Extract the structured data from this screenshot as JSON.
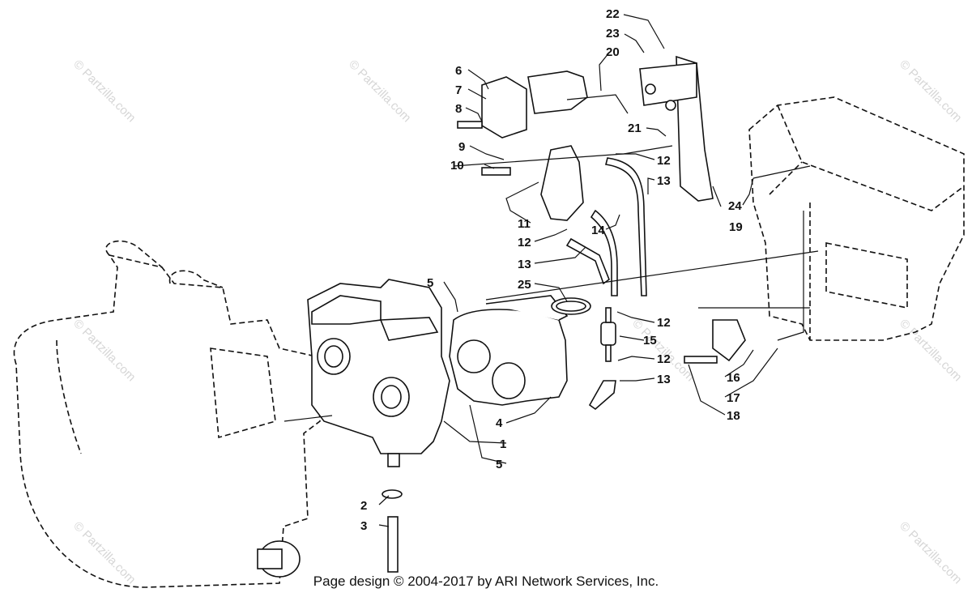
{
  "callouts": [
    "1",
    "2",
    "3",
    "4",
    "5",
    "5",
    "6",
    "7",
    "8",
    "9",
    "10",
    "11",
    "12",
    "12",
    "12",
    "12",
    "13",
    "13",
    "13",
    "14",
    "15",
    "16",
    "17",
    "18",
    "19",
    "20",
    "21",
    "22",
    "23",
    "24",
    "25"
  ],
  "watermark": "© Partzilla.com",
  "footer": "Page design © 2004-2017 by ARI Network Services, Inc."
}
